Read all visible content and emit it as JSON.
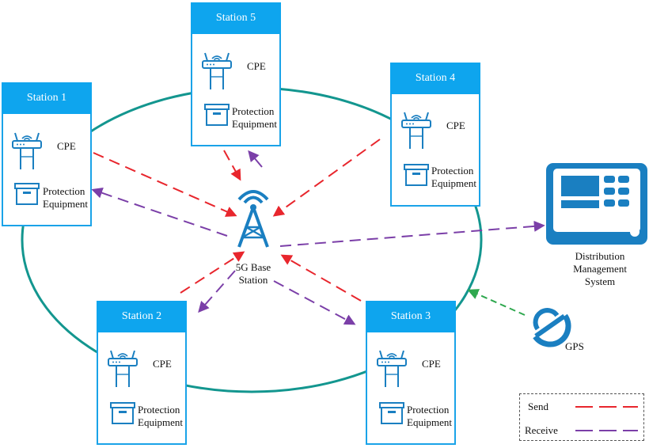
{
  "stations": [
    {
      "id": "s1",
      "title": "Station 1",
      "cpe": "CPE",
      "protection": [
        "Protection",
        "Equipment"
      ]
    },
    {
      "id": "s2",
      "title": "Station 2",
      "cpe": "CPE",
      "protection": [
        "Protection",
        "Equipment"
      ]
    },
    {
      "id": "s3",
      "title": "Station 3",
      "cpe": "CPE",
      "protection": [
        "Protection",
        "Equipment"
      ]
    },
    {
      "id": "s4",
      "title": "Station 4",
      "cpe": "CPE",
      "protection": [
        "Protection",
        "Equipment"
      ]
    },
    {
      "id": "s5",
      "title": "Station 5",
      "cpe": "CPE",
      "protection": [
        "Protection",
        "Equipment"
      ]
    }
  ],
  "base_station": {
    "label": [
      "5G Base",
      "Station"
    ]
  },
  "dms": {
    "label": [
      "Distribution",
      "Management",
      "System"
    ]
  },
  "gps": {
    "label": "GPS"
  },
  "legend": {
    "send": "Send",
    "receive": "Receive"
  },
  "colors": {
    "send": "#e8262d",
    "receive": "#7b3fa8",
    "gps_link": "#2fa84f",
    "ring": "#13968f",
    "accent": "#0ea5ee"
  },
  "icons": [
    "router-icon",
    "tower-icon",
    "protection-box-icon",
    "terminal-icon",
    "gps-icon"
  ]
}
